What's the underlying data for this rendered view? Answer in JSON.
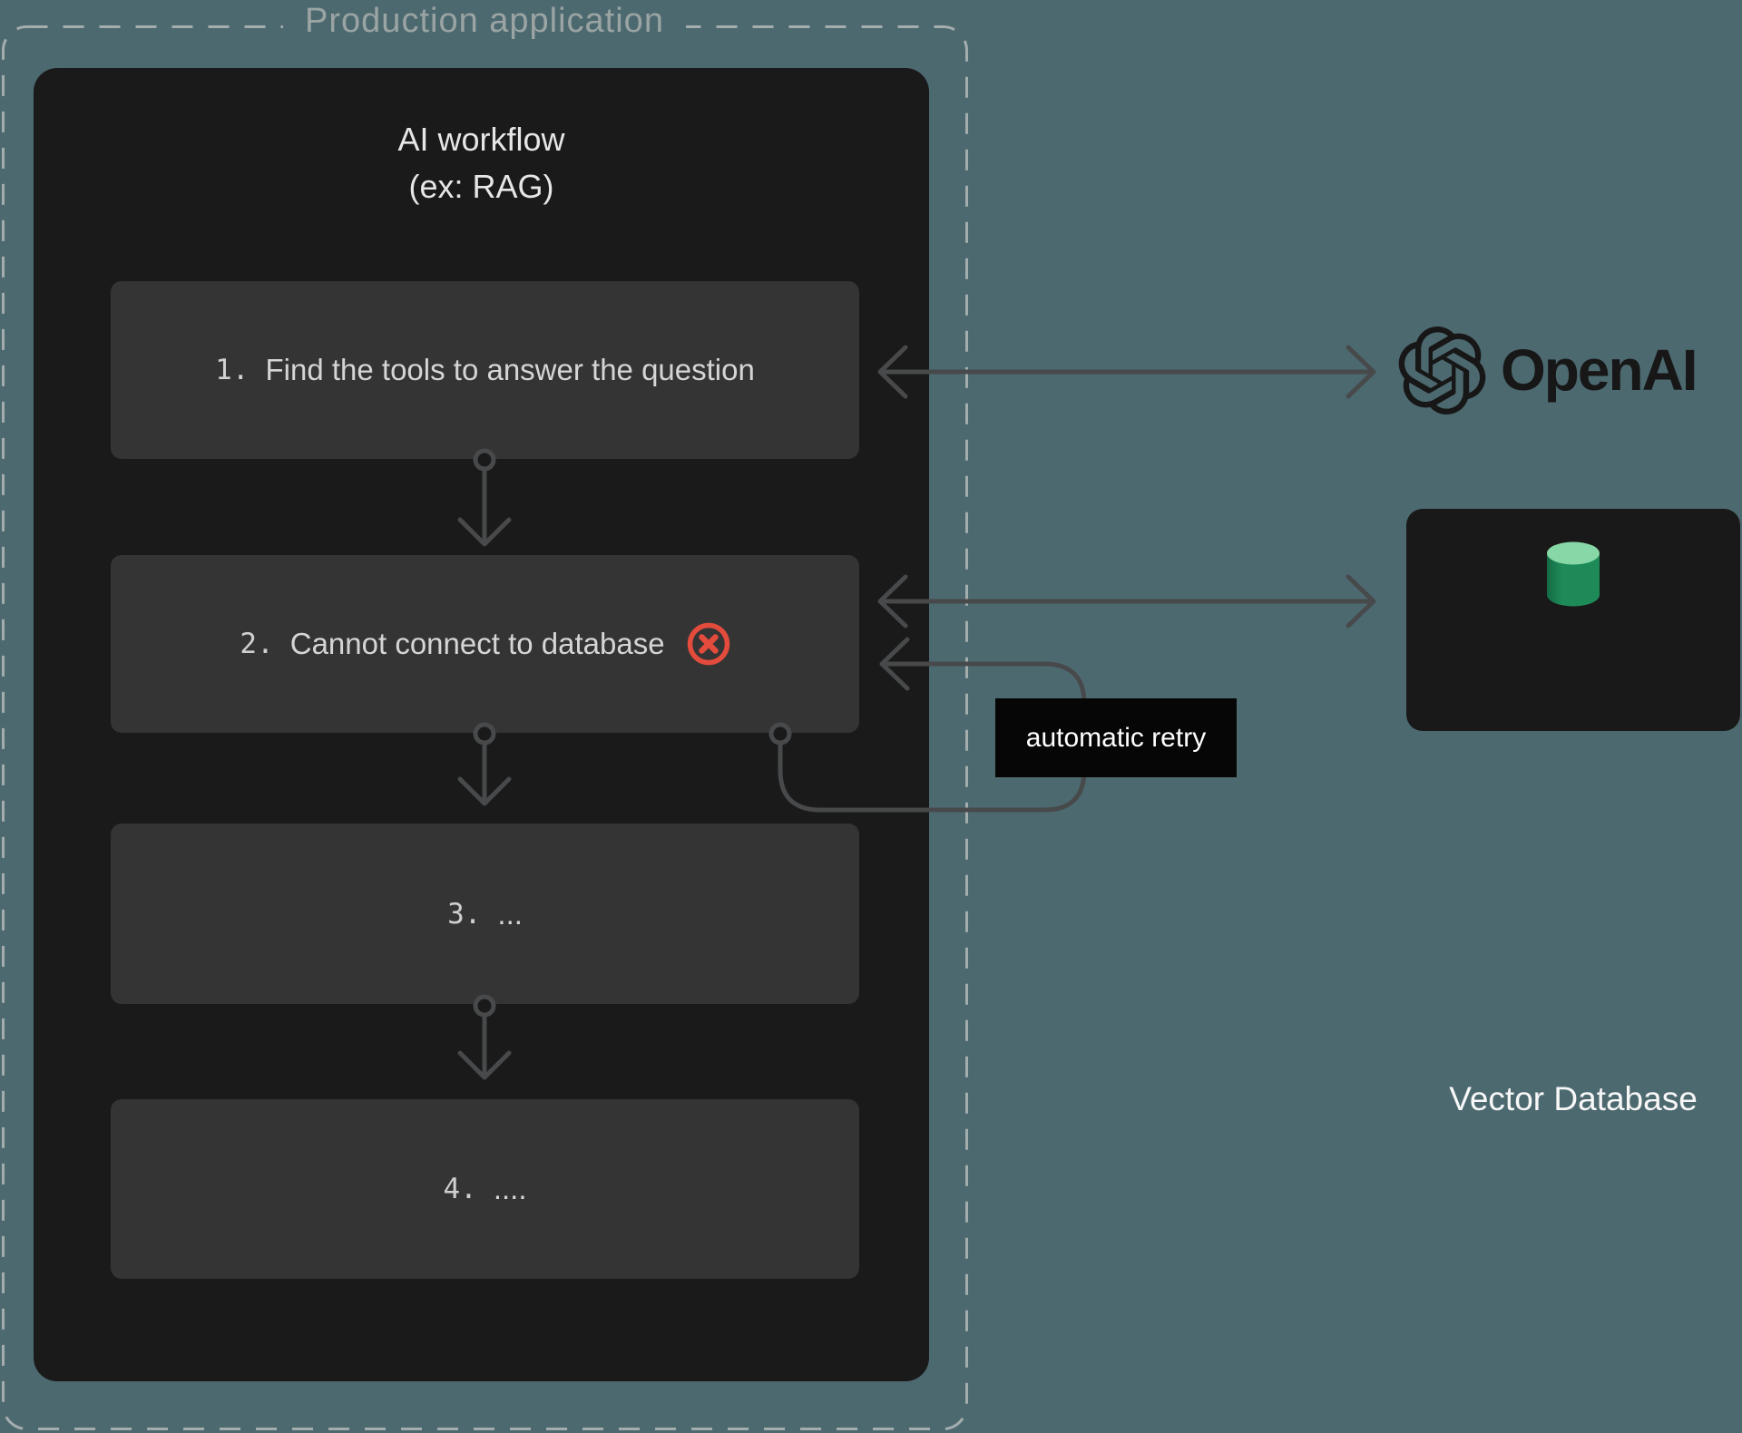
{
  "diagram": {
    "production_label": "Production application",
    "workflow": {
      "title": "AI workflow",
      "subtitle": "(ex: RAG)",
      "steps": [
        {
          "num": "1.",
          "text": "Find the tools to answer the question",
          "status": "ok"
        },
        {
          "num": "2.",
          "text": "Cannot connect to database",
          "status": "error"
        },
        {
          "num": "3.",
          "text": "...",
          "status": "ok"
        },
        {
          "num": "4.",
          "text": "....",
          "status": "ok"
        }
      ]
    },
    "retry_label": "automatic retry",
    "services": {
      "openai": {
        "label": "OpenAI",
        "icon": "openai-logo"
      },
      "vector_db": {
        "label": "Vector Database",
        "icon": "database-cylinder-icon"
      }
    },
    "colors": {
      "background": "#4d6970",
      "panel": "#1a1a1a",
      "step_box": "#343434",
      "error_red": "#e34b3c",
      "db_green_top": "#87d8a6",
      "db_green_body": "#1e8a58",
      "arrow_gray": "#47494b",
      "dashed_border": "#a4adad"
    }
  }
}
